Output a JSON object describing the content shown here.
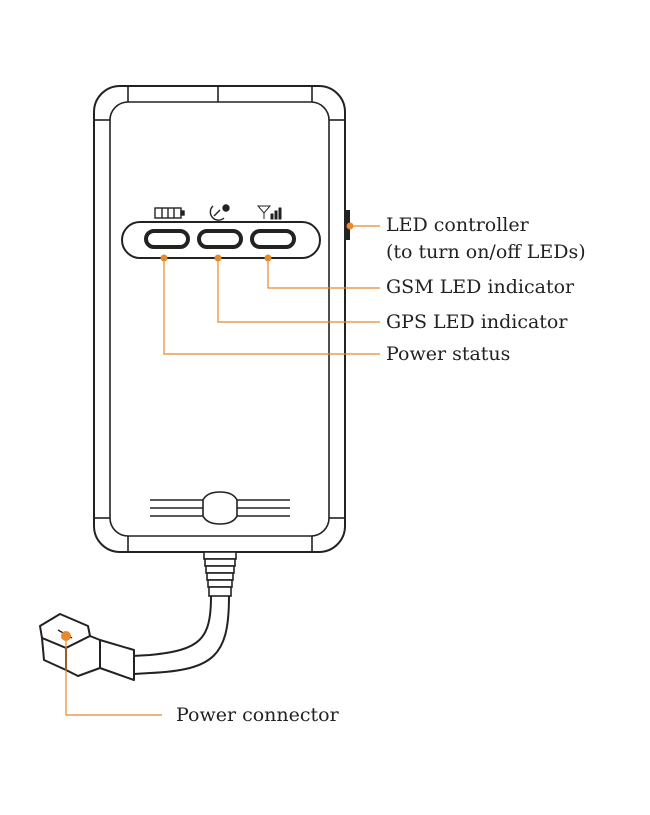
{
  "labels": {
    "led_controller_line1": "LED controller",
    "led_controller_line2": "(to turn on/off LEDs)",
    "gsm_led": "GSM LED indicator",
    "gps_led": "GPS LED indicator",
    "power_status": "Power status",
    "power_connector": "Power connector"
  },
  "icons": {
    "battery": "battery-icon",
    "gps": "satellite-dish-icon",
    "gsm": "signal-bars-icon"
  },
  "colors": {
    "callout": "#E8892B",
    "outline": "#222222"
  }
}
